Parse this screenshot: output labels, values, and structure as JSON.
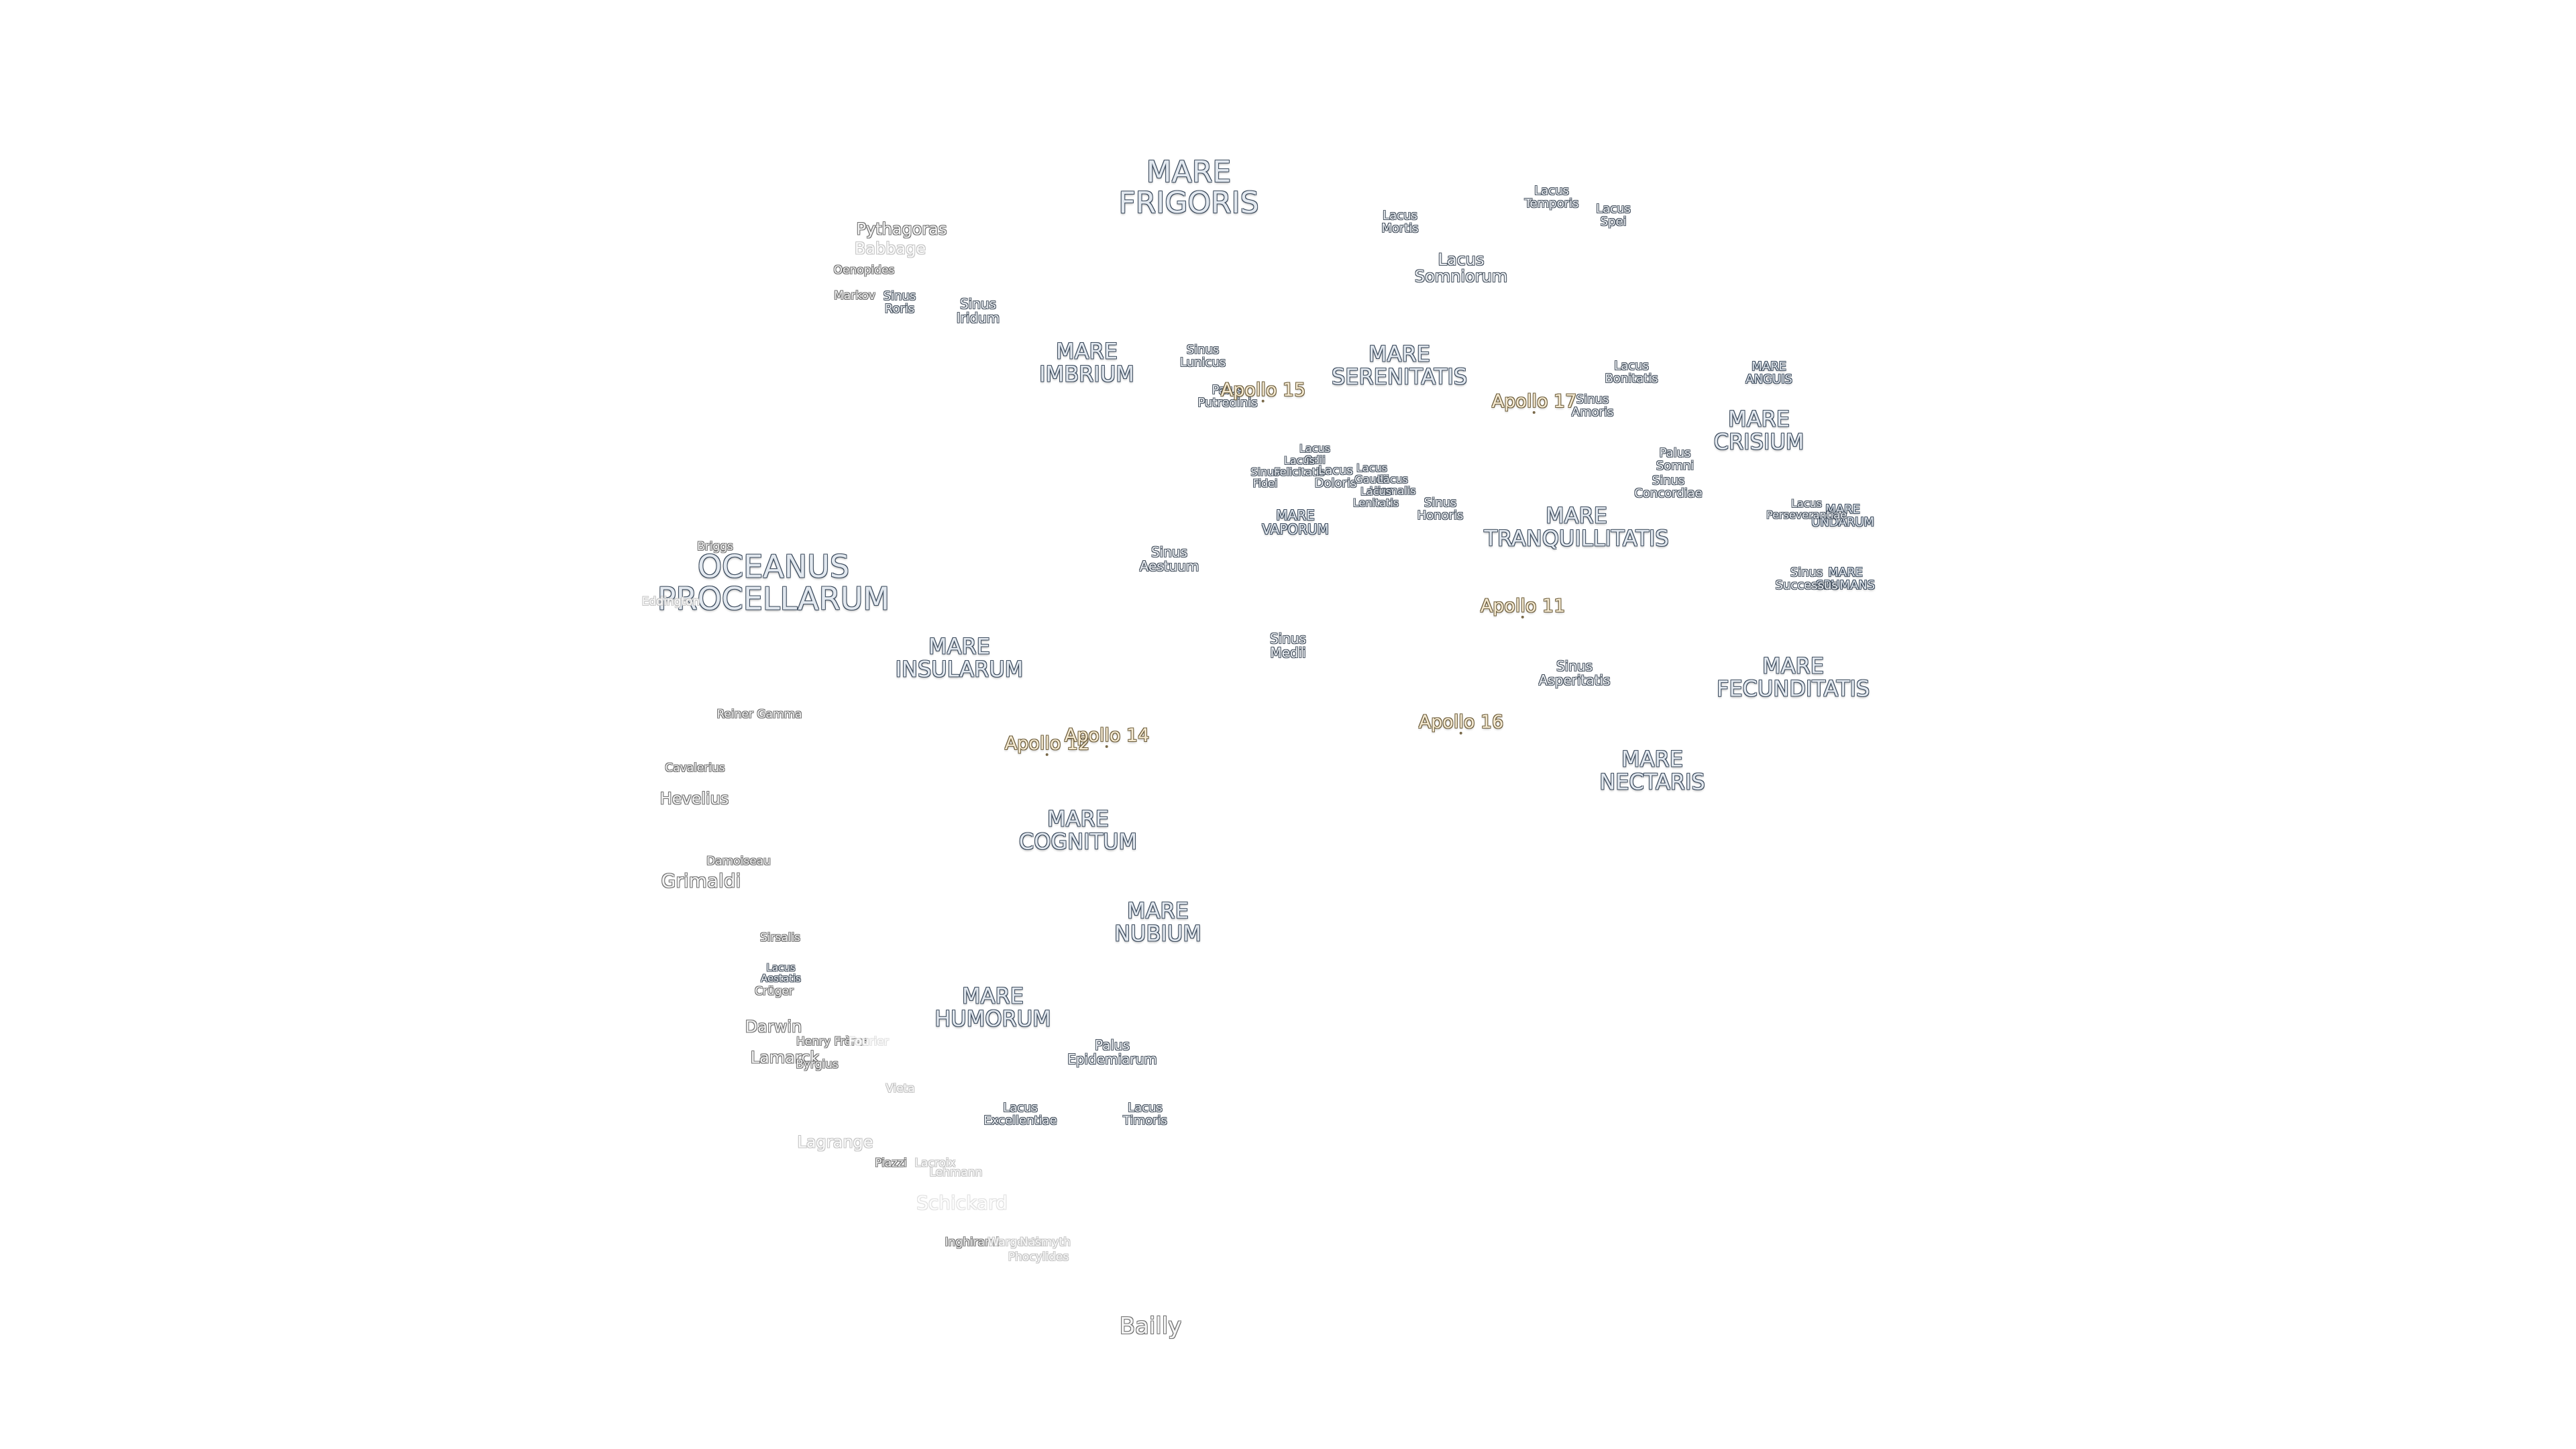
{
  "map": {
    "maria": [
      {
        "name": "MARE\nFRIGORIS"
      },
      {
        "name": "MARE\nIMBRIUM"
      },
      {
        "name": "MARE\nSERENITATIS"
      },
      {
        "name": "MARE\nTRANQUILLITATIS"
      },
      {
        "name": "MARE\nCRISIUM"
      },
      {
        "name": "MARE\nFECUNDITATIS"
      },
      {
        "name": "MARE\nNECTARIS"
      },
      {
        "name": "MARE\nVAPORUM"
      },
      {
        "name": "MARE\nINSULARUM"
      },
      {
        "name": "MARE\nCOGNITUM"
      },
      {
        "name": "MARE\nNUBIUM"
      },
      {
        "name": "MARE\nHUMORUM"
      },
      {
        "name": "MARE\nANGUIS"
      },
      {
        "name": "MARE\nUNDARUM"
      },
      {
        "name": "MARE\nSPUMANS"
      },
      {
        "name": "OCEANUS\nPROCELLARUM"
      }
    ],
    "minor_features": [
      {
        "name": "Lacus\nMortis"
      },
      {
        "name": "Lacus\nTemporis"
      },
      {
        "name": "Lacus\nSpei"
      },
      {
        "name": "Lacus\nSomniorum"
      },
      {
        "name": "Sinus\nRoris"
      },
      {
        "name": "Sinus\nIridum"
      },
      {
        "name": "Sinus\nLunicus"
      },
      {
        "name": "Palus\nPutredinis"
      },
      {
        "name": "Lacus\nBonitatis"
      },
      {
        "name": "Sinus\nAmoris"
      },
      {
        "name": "Palus\nSomni"
      },
      {
        "name": "Sinus\nConcordiae"
      },
      {
        "name": "Lacus\nOdii"
      },
      {
        "name": "Sinus\nFidei"
      },
      {
        "name": "Lacus\nFelicitatis"
      },
      {
        "name": "Lacus\nDoloris"
      },
      {
        "name": "Lacus\nGaudii"
      },
      {
        "name": "Lacus\nHiemalis"
      },
      {
        "name": "Lacus\nLenitatis"
      },
      {
        "name": "Sinus\nHonoris"
      },
      {
        "name": "Lacus\nPerseverantiae"
      },
      {
        "name": "Sinus\nSuccessus"
      },
      {
        "name": "Sinus\nAestuum"
      },
      {
        "name": "Sinus\nMedii"
      },
      {
        "name": "Sinus\nAsperitatis"
      },
      {
        "name": "Palus\nEpidemiarum"
      },
      {
        "name": "Lacus\nExcellentiae"
      },
      {
        "name": "Lacus\nTimoris"
      },
      {
        "name": "Lacus\nAestatis"
      }
    ],
    "landing_sites": [
      {
        "name": "Apollo 15"
      },
      {
        "name": "Apollo 17"
      },
      {
        "name": "Apollo 11"
      },
      {
        "name": "Apollo 16"
      },
      {
        "name": "Apollo 12"
      },
      {
        "name": "Apollo 14"
      }
    ],
    "craters": [
      {
        "name": "Pythagoras"
      },
      {
        "name": "Babbage"
      },
      {
        "name": "Oenopides"
      },
      {
        "name": "Markov"
      },
      {
        "name": "Briggs"
      },
      {
        "name": "Eddington"
      },
      {
        "name": "Reiner Gamma"
      },
      {
        "name": "Cavalerius"
      },
      {
        "name": "Hevelius"
      },
      {
        "name": "Damoiseau"
      },
      {
        "name": "Grimaldi"
      },
      {
        "name": "Sirsalis"
      },
      {
        "name": "Crüger"
      },
      {
        "name": "Darwin"
      },
      {
        "name": "Henry Frères"
      },
      {
        "name": "Fourier"
      },
      {
        "name": "Lamarck"
      },
      {
        "name": "Byrgius"
      },
      {
        "name": "Vieta"
      },
      {
        "name": "Lagrange"
      },
      {
        "name": "Piazzi"
      },
      {
        "name": "Lacroix"
      },
      {
        "name": "Lehmann"
      },
      {
        "name": "Schickard"
      },
      {
        "name": "Inghirami"
      },
      {
        "name": "Wargentin"
      },
      {
        "name": "Nasmyth"
      },
      {
        "name": "Phocylides"
      },
      {
        "name": "Bailly"
      }
    ]
  }
}
